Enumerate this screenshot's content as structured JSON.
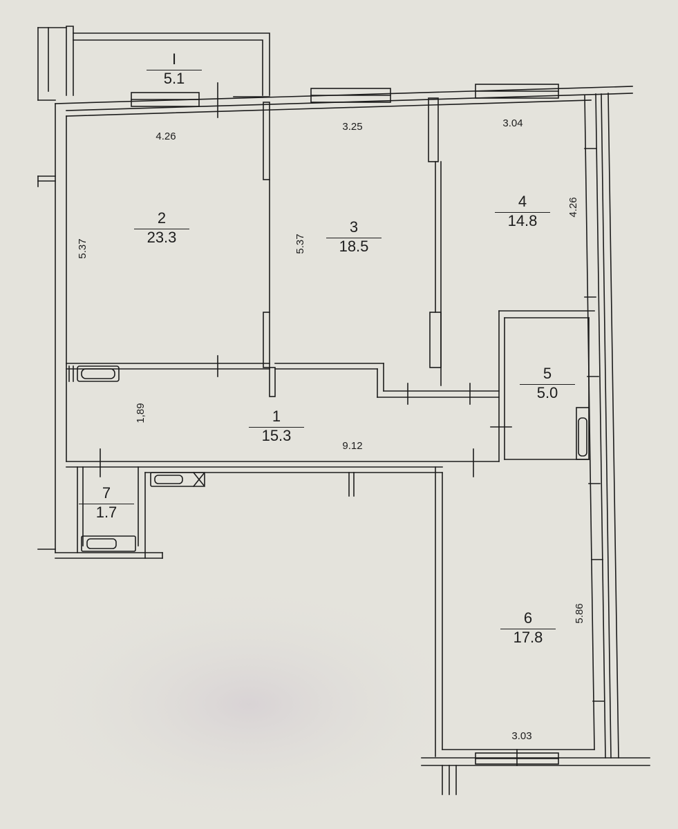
{
  "rooms": [
    {
      "number": "1",
      "area": "15.3"
    },
    {
      "number": "2",
      "area": "23.3"
    },
    {
      "number": "3",
      "area": "18.5"
    },
    {
      "number": "4",
      "area": "14.8"
    },
    {
      "number": "5",
      "area": "5.0"
    },
    {
      "number": "6",
      "area": "17.8"
    },
    {
      "number": "7",
      "area": "1.7"
    },
    {
      "number": "I",
      "area": "5.1"
    }
  ],
  "dimensions": {
    "room2_width": "4.26",
    "room2_length": "5.37",
    "room3_width": "3.25",
    "room3_length": "5.37",
    "room4_width": "3.04",
    "room4_length": "4.26",
    "hall_width": "1,89",
    "hall_length": "9.12",
    "room6_length": "5.86",
    "room6_width": "3.03"
  },
  "colors": {
    "paper": "#e4e3dc",
    "wall": "#1c1c1c"
  }
}
